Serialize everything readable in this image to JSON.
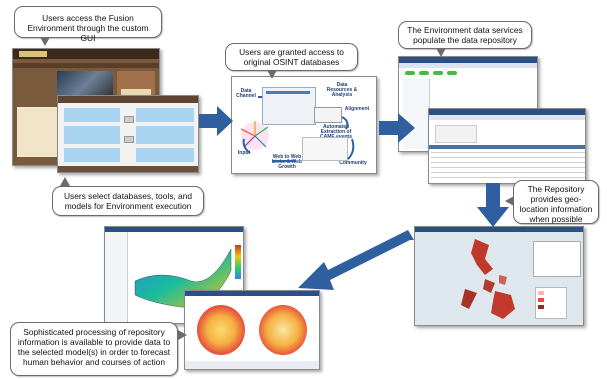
{
  "callouts": {
    "gui": "Users access the Fusion Environment through the custom GUI",
    "databases": "Users are granted access to original OSINT databases",
    "repository": "The Environment data services populate the data repository",
    "select": "Users select databases, tools, and models for Environment execution",
    "geo": "The Repository provides geo-location information when possible",
    "processing": "Sophisticated processing of repository information is available to provide data to the selected model(s) in order to forecast human behavior and courses of action"
  },
  "diagram_labels": {
    "n1": "Data Resources & Analysis",
    "n2": "Automated Extraction of CAME events",
    "n3": "Alignment",
    "n4": "Data Channel",
    "n5": "Community",
    "n6": "Web to Web Links & Web Growth",
    "n7": "Input"
  },
  "colors": {
    "arrow": "#2f5f9e",
    "arrow_dark": "#1e4680",
    "callout_border": "#6b6b6b",
    "map_land": "#c0392b",
    "map_sea": "#dfe7ee"
  },
  "icons": {
    "arrow_right": "block-arrow-right",
    "arrow_down": "block-arrow-down",
    "arrow_diag": "block-arrow-down-left"
  }
}
